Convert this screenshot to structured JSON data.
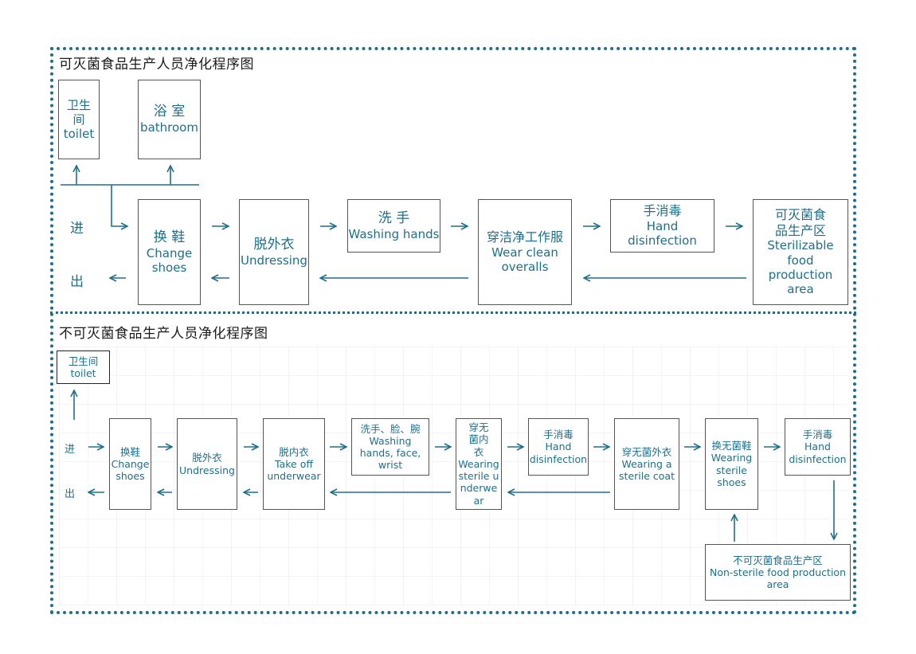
{
  "top": {
    "title": "可灭菌食品生产人员净化程序图",
    "entry_label": "进",
    "exit_label": "出",
    "toilet": {
      "zh": "卫生间",
      "en": "toilet"
    },
    "bathroom": {
      "zh": "浴 室",
      "en": "bathroom"
    },
    "change_shoes": {
      "zh": "换 鞋",
      "en": "Change shoes"
    },
    "undressing": {
      "zh": "脱外衣",
      "en": "Undressing"
    },
    "washing_hands": {
      "zh": "洗 手",
      "en": "Washing hands"
    },
    "wear_clean": {
      "zh": "穿洁净工作服",
      "en": "Wear clean overalls"
    },
    "hand_disinfection": {
      "zh": "手消毒",
      "en": "Hand disinfection"
    },
    "sterilizable_area": {
      "zh": "可灭菌食品生产区",
      "en": "Sterilizable food production area"
    }
  },
  "bottom": {
    "title": "不可灭菌食品生产人员净化程序图",
    "entry_label": "进",
    "exit_label": "出",
    "toilet": {
      "zh": "卫生间",
      "en": "toilet"
    },
    "change_shoes": {
      "zh": "换鞋",
      "en": "Change shoes"
    },
    "undressing": {
      "zh": "脱外衣",
      "en": "Undressing"
    },
    "take_off_underwear": {
      "zh": "脱内衣",
      "en": "Take off underwear"
    },
    "washing": {
      "zh": "洗手、脸、腕",
      "en": "Washing hands, face, wrist"
    },
    "sterile_underwear": {
      "zh": "穿无菌内衣",
      "en": "Wearing sterile underwear"
    },
    "hand_disinfection_1": {
      "zh": "手消毒",
      "en": "Hand disinfection"
    },
    "sterile_coat": {
      "zh": "穿无菌外衣",
      "en": "Wearing a sterile coat"
    },
    "sterile_shoes": {
      "zh": "换无菌鞋",
      "en": "Wearing sterile shoes"
    },
    "hand_disinfection_2": {
      "zh": "手消毒",
      "en": "Hand disinfection"
    },
    "non_sterile_area": {
      "zh": "不可灭菌食品生产区",
      "en": "Non-sterile food production area"
    }
  },
  "colors": {
    "accent": "#1f6f8b",
    "frame": "#1c6f8c",
    "box_border": "#555555"
  }
}
